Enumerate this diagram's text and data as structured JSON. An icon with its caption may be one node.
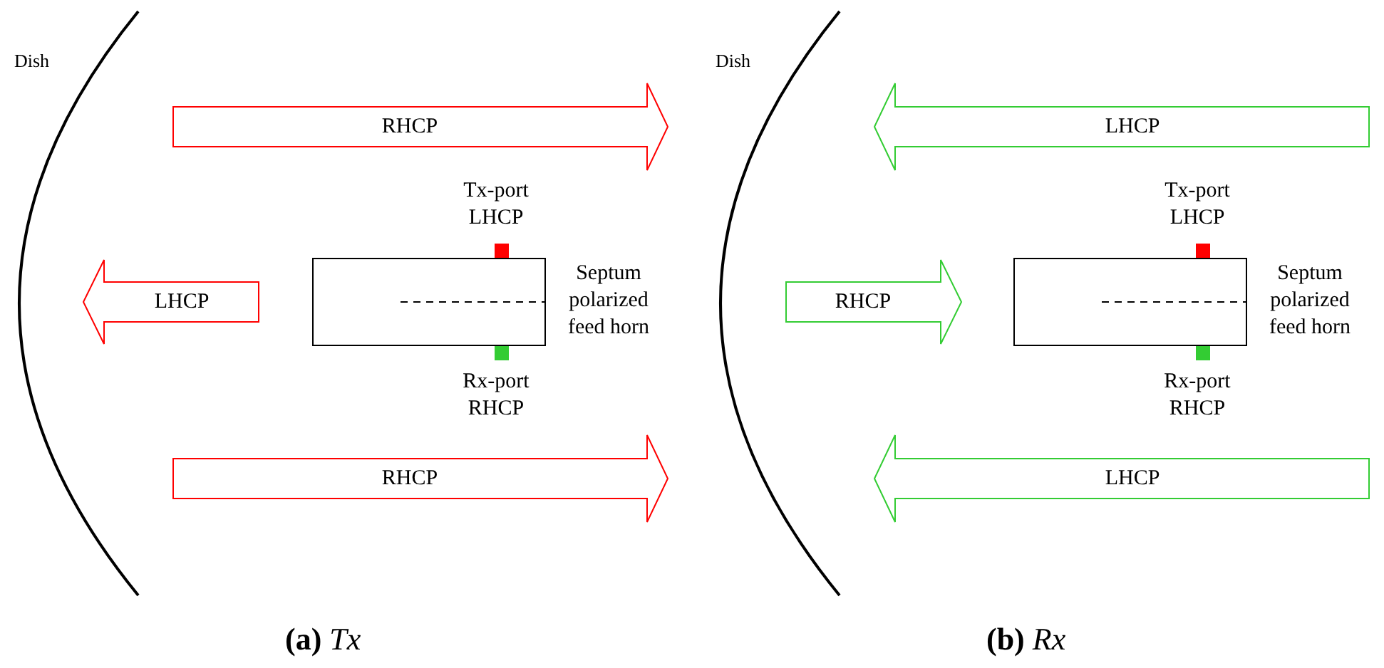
{
  "diagram": {
    "nodes": [
      {
        "text": [
          "RHCP"
        ]
      },
      {
        "text": [
          "LHCP"
        ]
      },
      {
        "text": [],
        "shape": "box",
        "beside": [
          "Septum polarized feed horn",
          "Rx-port RHCP"
        ]
      },
      {
        "text": [
          "RHCP"
        ]
      },
      {
        "text": [
          "LHCP"
        ]
      },
      {
        "text": [
          "RHCP"
        ]
      },
      {
        "text": [],
        "shape": "box",
        "beside": [
          "Septum polarized feed horn",
          "Rx-port RHCP"
        ]
      },
      {
        "text": [
          "LHCP"
        ]
      }
    ],
    "labels": [
      "Dish",
      "Tx-port LHCP",
      "Dish",
      "Tx-port LHCP",
      "**(a)** *Tx*",
      "**(b)** *Rx*"
    ]
  }
}
